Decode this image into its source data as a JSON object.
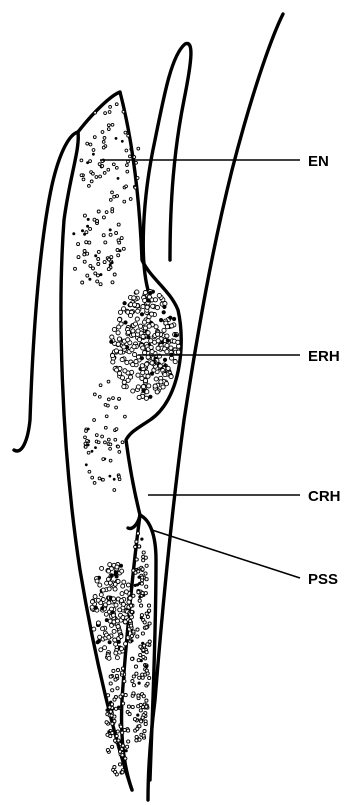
{
  "labels": {
    "en": "EN",
    "erh": "ERH",
    "crh": "CRH",
    "pss": "PSS"
  },
  "colors": {
    "stroke": "#000000",
    "background": "#ffffff"
  }
}
